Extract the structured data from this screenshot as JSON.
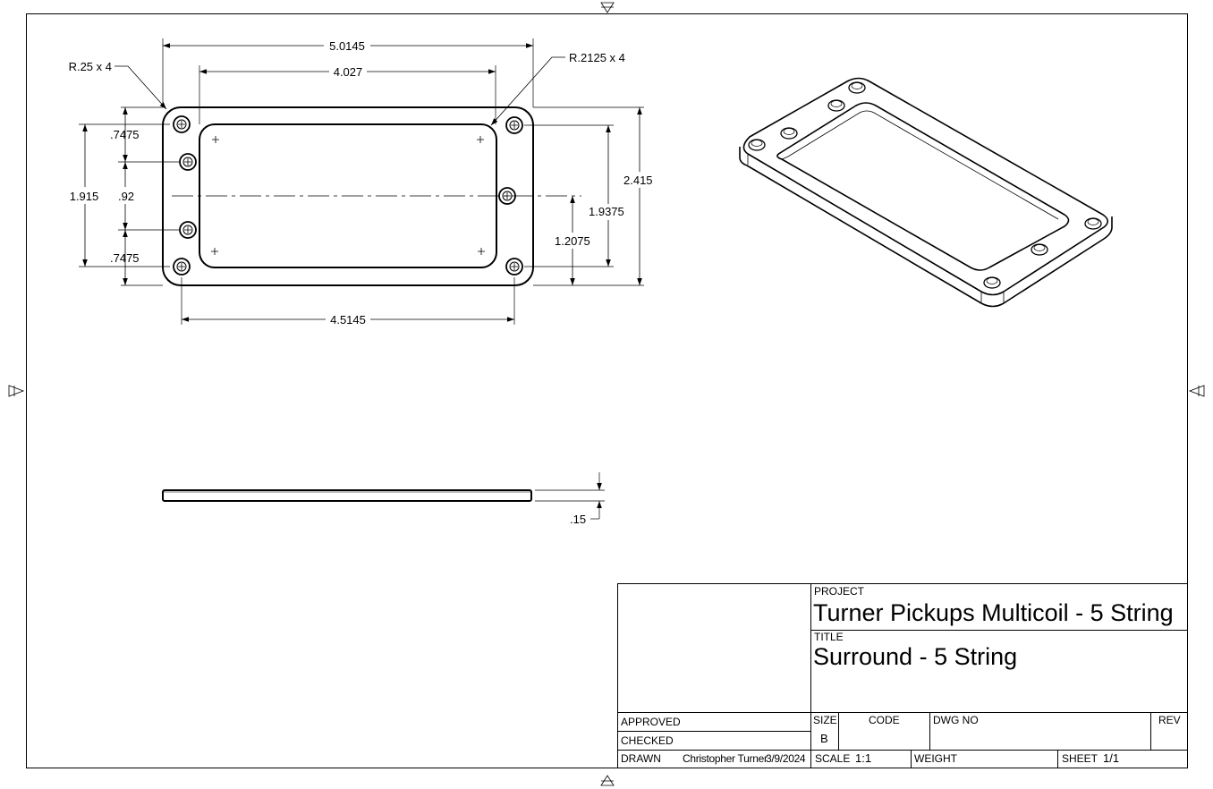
{
  "drawing": {
    "dimensions": {
      "overall_width": "5.0145",
      "inner_width": "4.027",
      "hole_span_width": "4.5145",
      "outer_radius": "R.25 x 4",
      "inner_radius": "R.2125 x 4",
      "overall_height": "2.415",
      "left_hole_span": "1.915",
      "upper_offset": ".7475",
      "middle_spacing": ".92",
      "lower_offset": ".7475",
      "right_hole_span": "1.9375",
      "right_center_offset": "1.2075",
      "thickness": ".15"
    }
  },
  "title_block": {
    "project_label": "PROJECT",
    "project": "Turner Pickups Multicoil - 5 String",
    "title_label": "TITLE",
    "title": "Surround - 5 String",
    "approved_label": "APPROVED",
    "checked_label": "CHECKED",
    "drawn_label": "DRAWN",
    "drawn_by": "Christopher Turner",
    "drawn_date": "3/9/2024",
    "size_label": "SIZE",
    "size": "B",
    "code_label": "CODE",
    "dwg_no_label": "DWG NO",
    "rev_label": "REV",
    "scale_label": "SCALE",
    "scale": "1:1",
    "weight_label": "WEIGHT",
    "sheet_label": "SHEET",
    "sheet": "1/1"
  }
}
